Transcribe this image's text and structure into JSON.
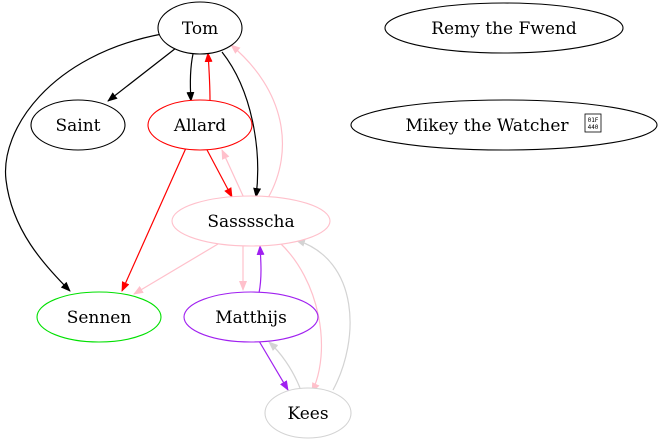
{
  "colors": {
    "black": "#000000",
    "red": "#ff0000",
    "green": "#00e000",
    "pink": "#ffc0cb",
    "purple": "#a020f0",
    "gray": "#d3d3d3"
  },
  "nodes": {
    "tom": {
      "label": "Tom",
      "color": "#000000"
    },
    "saint": {
      "label": "Saint",
      "color": "#000000"
    },
    "allard": {
      "label": "Allard",
      "color": "#ff0000"
    },
    "sasssscha": {
      "label": "Sasssscha",
      "color": "#ffc0cb"
    },
    "sennen": {
      "label": "Sennen",
      "color": "#00e000"
    },
    "matthijs": {
      "label": "Matthijs",
      "color": "#a020f0"
    },
    "kees": {
      "label": "Kees",
      "color": "#d3d3d3"
    },
    "remy": {
      "label": "Remy the Fwend",
      "color": "#000000"
    },
    "mikey": {
      "label": "Mikey the Watcher",
      "color": "#000000",
      "missing_glyph_code": [
        "01F",
        "440"
      ]
    }
  },
  "edges": [
    {
      "from": "Tom",
      "to": "Saint",
      "color": "#000000"
    },
    {
      "from": "Tom",
      "to": "Allard",
      "color": "#000000"
    },
    {
      "from": "Tom",
      "to": "Sasssscha",
      "color": "#000000"
    },
    {
      "from": "Tom",
      "to": "Sennen",
      "color": "#000000"
    },
    {
      "from": "Allard",
      "to": "Tom",
      "color": "#ff0000"
    },
    {
      "from": "Allard",
      "to": "Sasssscha",
      "color": "#ff0000"
    },
    {
      "from": "Allard",
      "to": "Sennen",
      "color": "#ff0000"
    },
    {
      "from": "Sasssscha",
      "to": "Tom",
      "color": "#ffc0cb"
    },
    {
      "from": "Sasssscha",
      "to": "Allard",
      "color": "#ffc0cb"
    },
    {
      "from": "Sasssscha",
      "to": "Sennen",
      "color": "#ffc0cb"
    },
    {
      "from": "Sasssscha",
      "to": "Matthijs",
      "color": "#ffc0cb"
    },
    {
      "from": "Sasssscha",
      "to": "Kees",
      "color": "#ffc0cb"
    },
    {
      "from": "Matthijs",
      "to": "Sasssscha",
      "color": "#a020f0"
    },
    {
      "from": "Matthijs",
      "to": "Kees",
      "color": "#a020f0"
    },
    {
      "from": "Kees",
      "to": "Matthijs",
      "color": "#d3d3d3"
    },
    {
      "from": "Kees",
      "to": "Sasssscha",
      "color": "#d3d3d3"
    }
  ]
}
